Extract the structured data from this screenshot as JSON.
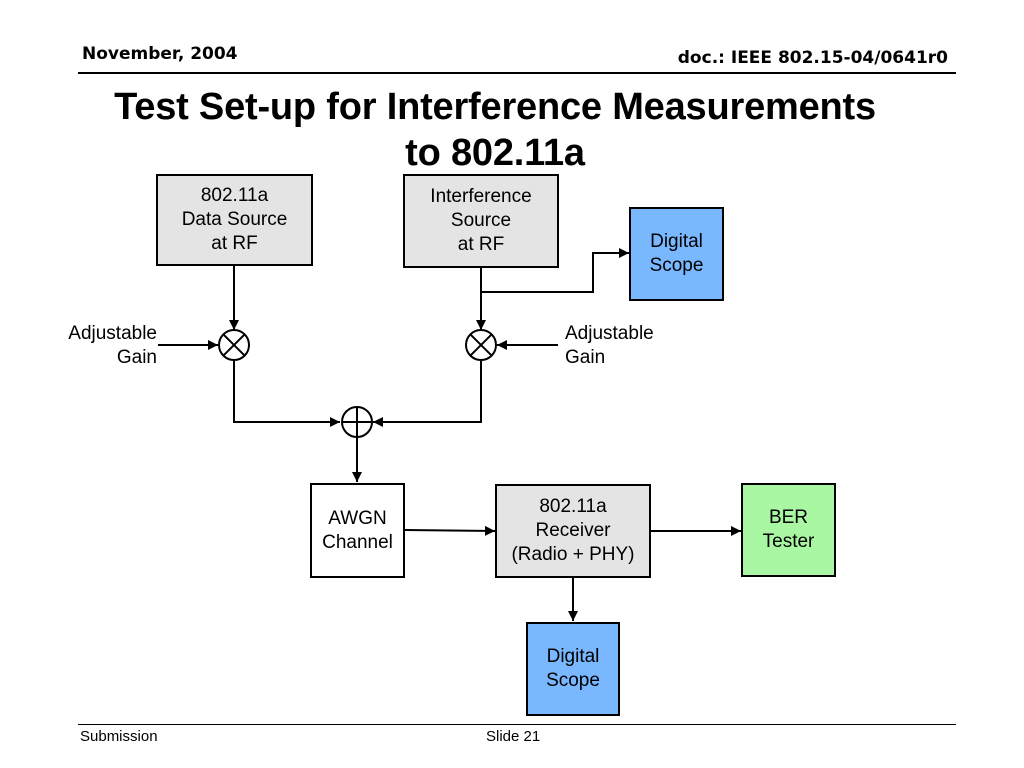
{
  "header": {
    "date": "November, 2004",
    "doc": "doc.: IEEE 802.15-04/0641r0"
  },
  "title": "Test Set-up for Interference Measurements\nto 802.11a",
  "diagram": {
    "blocks": {
      "data_source": "802.11a\nData Source\nat RF",
      "interference_source": "Interference\nSource\nat RF",
      "scope_top": "Digital\nScope",
      "awgn": "AWGN\nChannel",
      "receiver": "802.11a\nReceiver\n(Radio + PHY)",
      "ber": "BER\nTester",
      "scope_bottom": "Digital\nScope"
    },
    "labels": {
      "gain_left": "Adjustable\nGain",
      "gain_right": "Adjustable\nGain"
    },
    "colors": {
      "gray": "#e4e4e4",
      "blue": "#79b7ff",
      "green": "#aaf7a3"
    }
  },
  "footer": {
    "left": "Submission",
    "center": "Slide 21"
  }
}
